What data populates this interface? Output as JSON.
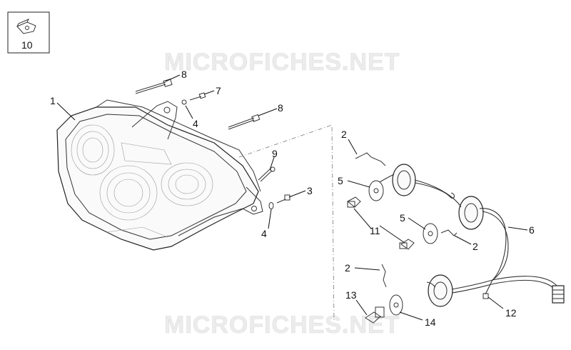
{
  "watermarks": [
    "MICROFICHES.NET",
    "MICROFICHES.NET"
  ],
  "inset": {
    "label": "10",
    "icon": "clip-nut-icon"
  },
  "callouts": {
    "c1": "1",
    "c2a": "2",
    "c2b": "2",
    "c2c": "2",
    "c3": "3",
    "c4a": "4",
    "c4b": "4",
    "c5a": "5",
    "c5b": "5",
    "c6": "6",
    "c7": "7",
    "c8a": "8",
    "c8b": "8",
    "c9": "9",
    "c11": "11",
    "c12": "12",
    "c13": "13",
    "c14": "14"
  },
  "colors": {
    "line": "#222222",
    "watermark": "#ececec"
  }
}
